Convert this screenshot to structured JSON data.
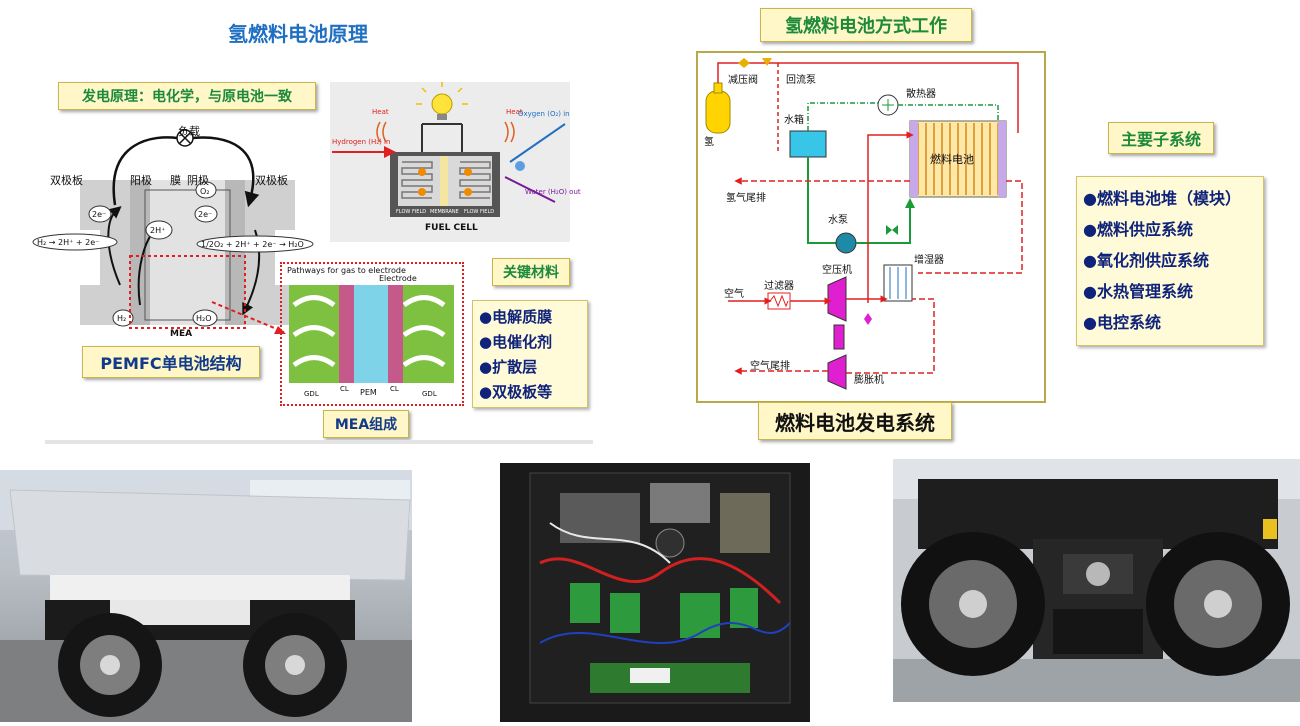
{
  "left": {
    "title": "氢燃料电池原理",
    "principle_label": "发电原理：电化学，与原电池一致",
    "cell": {
      "load": "负载",
      "bipolar_left": "双极板",
      "bipolar_right": "双极板",
      "anode": "阳极",
      "membrane": "膜",
      "cathode": "阴极",
      "o2": "O₂",
      "e1": "2e⁻",
      "h_plus": "2H⁺",
      "e2": "2e⁻",
      "anode_eq": "H₂ → 2H⁺ + 2e⁻",
      "cathode_eq": "1/2O₂ + 2H⁺ + 2e⁻ → H₂O",
      "h2": "H₂",
      "h2o": "H₂O",
      "mea": "MEA"
    },
    "pemfc_label": "PEMFC单电池结构",
    "fuel_cell_img": {
      "heat_left": "Heat",
      "heat_right": "Heat",
      "hydrogen_in": "Hydrogen (H₂) in",
      "oxygen_in": "Oxygen (O₂) in",
      "water_out": "Water (H₂O) out",
      "flow_field_l": "FLOW FIELD",
      "membrane": "MEMBRANE",
      "flow_field_r": "FLOW FIELD",
      "fuel_cell": "FUEL CELL"
    },
    "mea_img": {
      "pathways": "Pathways for gas to electrode",
      "electrode": "Electrode",
      "cl_left": "CL",
      "pem": "PEM",
      "cl_right": "CL",
      "gdl_left": "GDL",
      "gdl_right": "GDL"
    },
    "mea_label": "MEA组成",
    "key_materials_label": "关键材料",
    "key_materials": [
      "●电解质膜",
      "●电催化剂",
      "●扩散层",
      "●双极板等"
    ]
  },
  "right": {
    "title": "氢燃料电池方式工作",
    "system_label": "燃料电池发电系统",
    "subsystems_label": "主要子系统",
    "subsystems": [
      "●燃料电池堆（模块）",
      "●燃料供应系统",
      "●氧化剂供应系统",
      "●水热管理系统",
      "●电控系统"
    ],
    "diagram": {
      "pressure_valve": "减压阀",
      "return_pump": "回流泵",
      "hydrogen": "氢",
      "radiator": "散热器",
      "water_tank": "水箱",
      "fuel_cell": "燃料电池",
      "hydrogen_exhaust": "氢气尾排",
      "water_pump": "水泵",
      "humidifier": "增湿器",
      "compressor": "空压机",
      "air": "空气",
      "filter": "过滤器",
      "air_exhaust": "空气尾排",
      "expander": "膨胀机"
    }
  },
  "colors": {
    "title_blue": "#1f6fc2",
    "label_green": "#1c8a3a",
    "list_navy": "#10237a",
    "pipe_red": "#e02020",
    "pipe_green": "#1c9a3a",
    "compressor_magenta": "#e020d0"
  }
}
